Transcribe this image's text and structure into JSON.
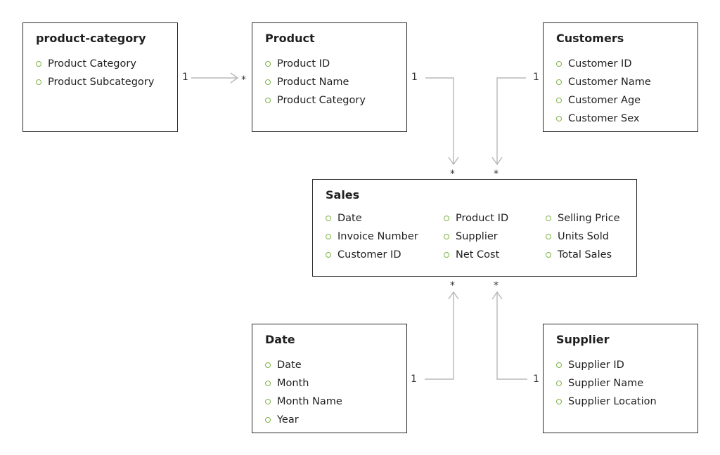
{
  "entities": {
    "product_category": {
      "title": "product-category",
      "fields": [
        "Product Category",
        "Product Subcategory"
      ]
    },
    "product": {
      "title": "Product",
      "fields": [
        "Product ID",
        "Product Name",
        "Product Category"
      ]
    },
    "customers": {
      "title": "Customers",
      "fields": [
        "Customer ID",
        "Customer Name",
        "Customer Age",
        "Customer Sex"
      ]
    },
    "sales": {
      "title": "Sales",
      "columns": [
        [
          "Date",
          "Invoice Number",
          "Customer ID"
        ],
        [
          "Product ID",
          "Supplier",
          "Net Cost"
        ],
        [
          "Selling Price",
          "Units Sold",
          "Total Sales"
        ]
      ]
    },
    "date": {
      "title": "Date",
      "fields": [
        "Date",
        "Month",
        "Month Name",
        "Year"
      ]
    },
    "supplier": {
      "title": "Supplier",
      "fields": [
        "Supplier ID",
        "Supplier Name",
        "Supplier Location"
      ]
    }
  },
  "relationships": [
    {
      "from": "product-category",
      "to": "Product",
      "from_card": "1",
      "to_card": "*"
    },
    {
      "from": "Product",
      "to": "Sales",
      "from_card": "1",
      "to_card": "*"
    },
    {
      "from": "Customers",
      "to": "Sales",
      "from_card": "1",
      "to_card": "*"
    },
    {
      "from": "Date",
      "to": "Sales",
      "from_card": "1",
      "to_card": "*"
    },
    {
      "from": "Supplier",
      "to": "Sales",
      "from_card": "1",
      "to_card": "*"
    }
  ],
  "colors": {
    "border": "#2a2a2a",
    "connector": "#b8b8b8",
    "bullet": "#7cb342",
    "text": "#1f1f1f"
  }
}
